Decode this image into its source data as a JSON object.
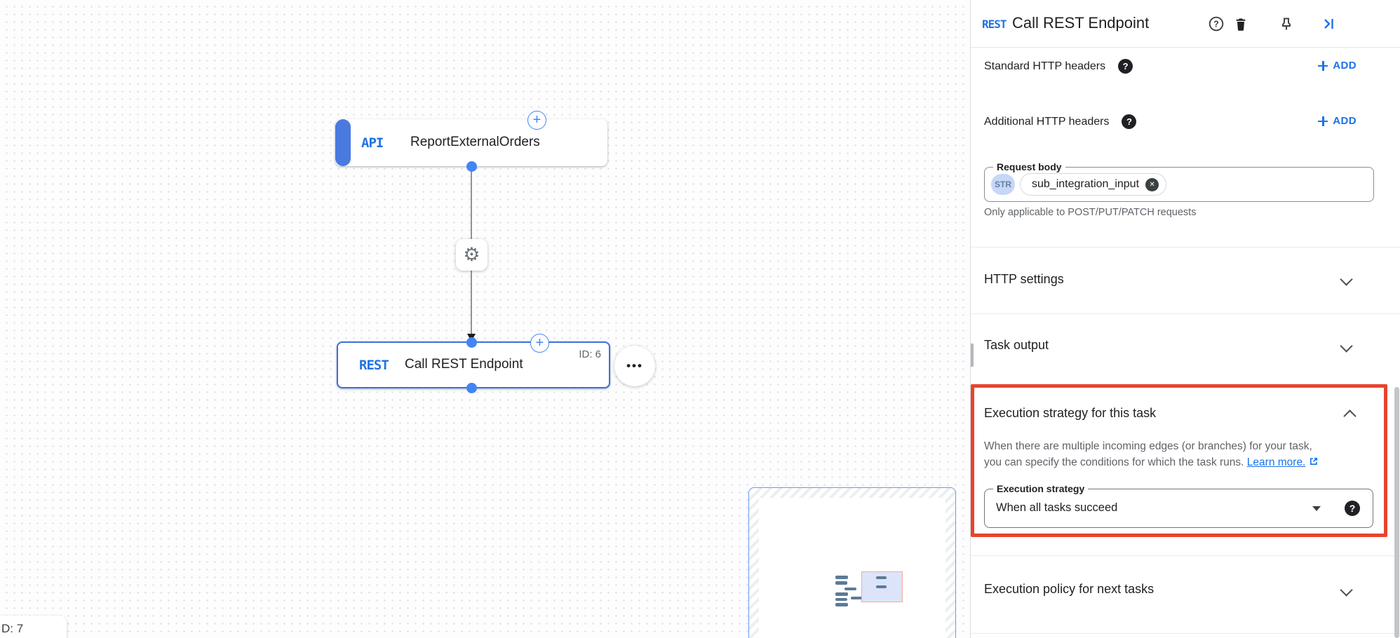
{
  "colors": {
    "accent_blue": "#1a73e8",
    "node_blue": "#4a7ae0",
    "highlight_red": "#e8442e",
    "canvas_dot": "#dfe2e7"
  },
  "icons": {
    "plus": "+",
    "gear": "⚙",
    "more": "•••",
    "question": "?",
    "close": "✕"
  },
  "canvas": {
    "node_api": {
      "type_label": "API",
      "title": "ReportExternalOrders"
    },
    "node_rest": {
      "type_label": "REST",
      "title": "Call REST Endpoint",
      "id_label": "ID: 6"
    },
    "clipped_node": {
      "id_label": "D: 7"
    }
  },
  "panel": {
    "header": {
      "type_label": "REST",
      "title": "Call REST Endpoint"
    },
    "standard_headers": {
      "label": "Standard HTTP headers",
      "action_label": "ADD"
    },
    "additional_headers": {
      "label": "Additional HTTP headers",
      "action_label": "ADD"
    },
    "request_body": {
      "label": "Request body",
      "type_chip": "STR",
      "value": "sub_integration_input",
      "helper": "Only applicable to POST/PUT/PATCH requests"
    },
    "http_settings": {
      "label": "HTTP settings"
    },
    "task_output": {
      "label": "Task output"
    },
    "execution_strategy": {
      "title": "Execution strategy for this task",
      "description_line1": "When there are multiple incoming edges (or branches) for your task,",
      "description_line2": "you can specify the conditions for which the task runs.",
      "link_label": "Learn more.",
      "field_label": "Execution strategy",
      "field_value": "When all tasks succeed"
    },
    "execution_policy": {
      "label": "Execution policy for next tasks"
    }
  }
}
